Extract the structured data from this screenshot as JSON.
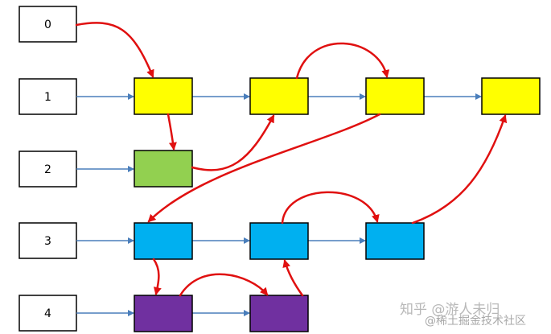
{
  "colors": {
    "yellow": "#ffff00",
    "green": "#92d050",
    "blue": "#00b0f0",
    "purple": "#7030a0",
    "blue_arrow": "#4a7ebb",
    "red_arrow": "#e01010",
    "index_border": "#000000"
  },
  "index_boxes": [
    {
      "label": "0"
    },
    {
      "label": "1"
    },
    {
      "label": "2"
    },
    {
      "label": "3"
    },
    {
      "label": "4"
    }
  ],
  "watermark": {
    "line1": "知乎 @游人未归",
    "line2": "@稀土掘金技术社区"
  }
}
